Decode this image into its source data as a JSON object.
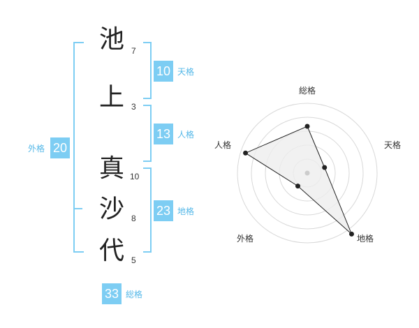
{
  "name_chars": [
    {
      "char": "池",
      "strokes": "7"
    },
    {
      "char": "上",
      "strokes": "3"
    },
    {
      "char": "真",
      "strokes": "10"
    },
    {
      "char": "沙",
      "strokes": "8"
    },
    {
      "char": "代",
      "strokes": "5"
    }
  ],
  "kakusu": {
    "tenkaku": {
      "value": "10",
      "label": "天格"
    },
    "jinkaku": {
      "value": "13",
      "label": "人格"
    },
    "chikaku": {
      "value": "23",
      "label": "地格"
    },
    "gaikaku": {
      "value": "20",
      "label": "外格"
    },
    "soukaku": {
      "value": "33",
      "label": "総格"
    }
  },
  "chart_data": {
    "type": "radar",
    "axes": [
      "総格",
      "天格",
      "地格",
      "外格",
      "人格"
    ],
    "values": [
      0.67,
      0.26,
      1.08,
      0.23,
      0.93
    ],
    "rings": 5,
    "colors": {
      "line": "#222222",
      "fill": "#eeeeee",
      "ring": "#d8d8d8"
    }
  }
}
